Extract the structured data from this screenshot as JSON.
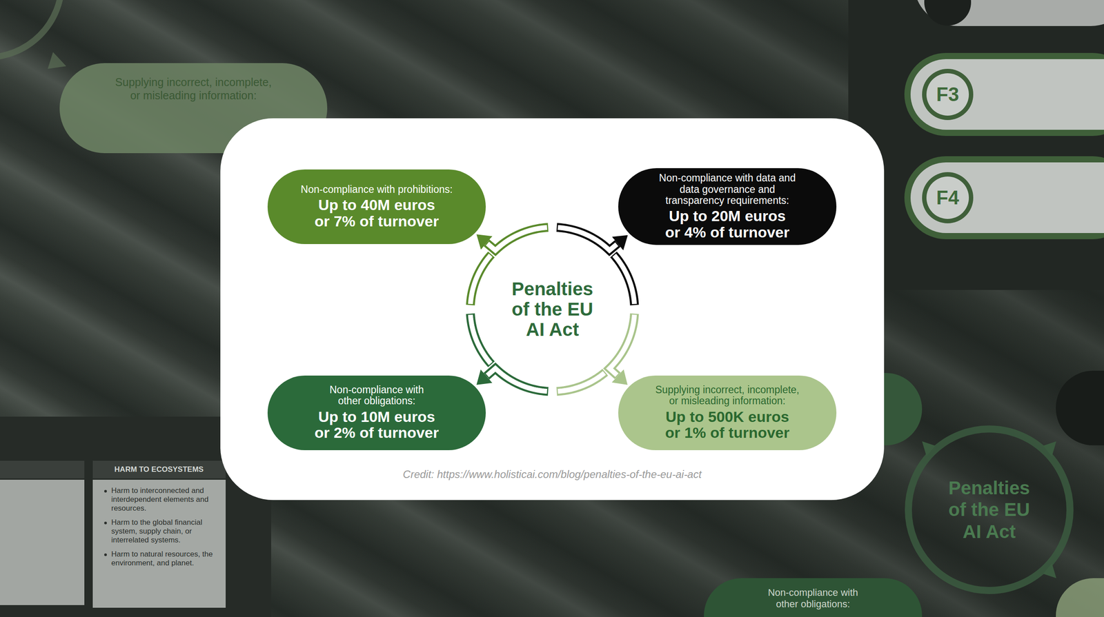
{
  "diagram": {
    "caption": "Credit: https://www.holisticai.com/blog/penalties-of-the-eu-ai-act",
    "nodes": [
      {
        "text": [
          "Penalties of the EU AI Act"
        ]
      },
      {
        "text": [
          "Non-compliance with prohibitions:",
          "Up to 40M euros or 7% of turnover"
        ]
      },
      {
        "text": [
          "Non-compliance with data and data governance and transparency requirements:",
          "Up to 20M euros or 4% of turnover"
        ]
      },
      {
        "text": [
          "Non-compliance with other obligations:",
          "Up to 10M euros or 2% of turnover"
        ]
      },
      {
        "text": [
          "Supplying incorrect, incomplete, or misleading information:",
          "Up to 500K euros or 1% of turnover"
        ]
      }
    ],
    "edges": [
      {
        "from": 0,
        "to": 1,
        "arrow": "to"
      },
      {
        "from": 0,
        "to": 2,
        "arrow": "to"
      },
      {
        "from": 0,
        "to": 3,
        "arrow": "to"
      },
      {
        "from": 0,
        "to": 4,
        "arrow": "to"
      }
    ],
    "labels": [
      "Supplying incorrect, incomplete, or misleading information:",
      "F3",
      "F4",
      "HARM TO ECOSYSTEMS",
      "Harm to interconnected and interdependent elements and resources.",
      "Harm to the global financial system, supply chain, or interrelated systems.",
      "Harm to natural resources, the environment, and planet.",
      "Penalties of the EU AI Act",
      "Non-compliance with other obligations:"
    ]
  }
}
